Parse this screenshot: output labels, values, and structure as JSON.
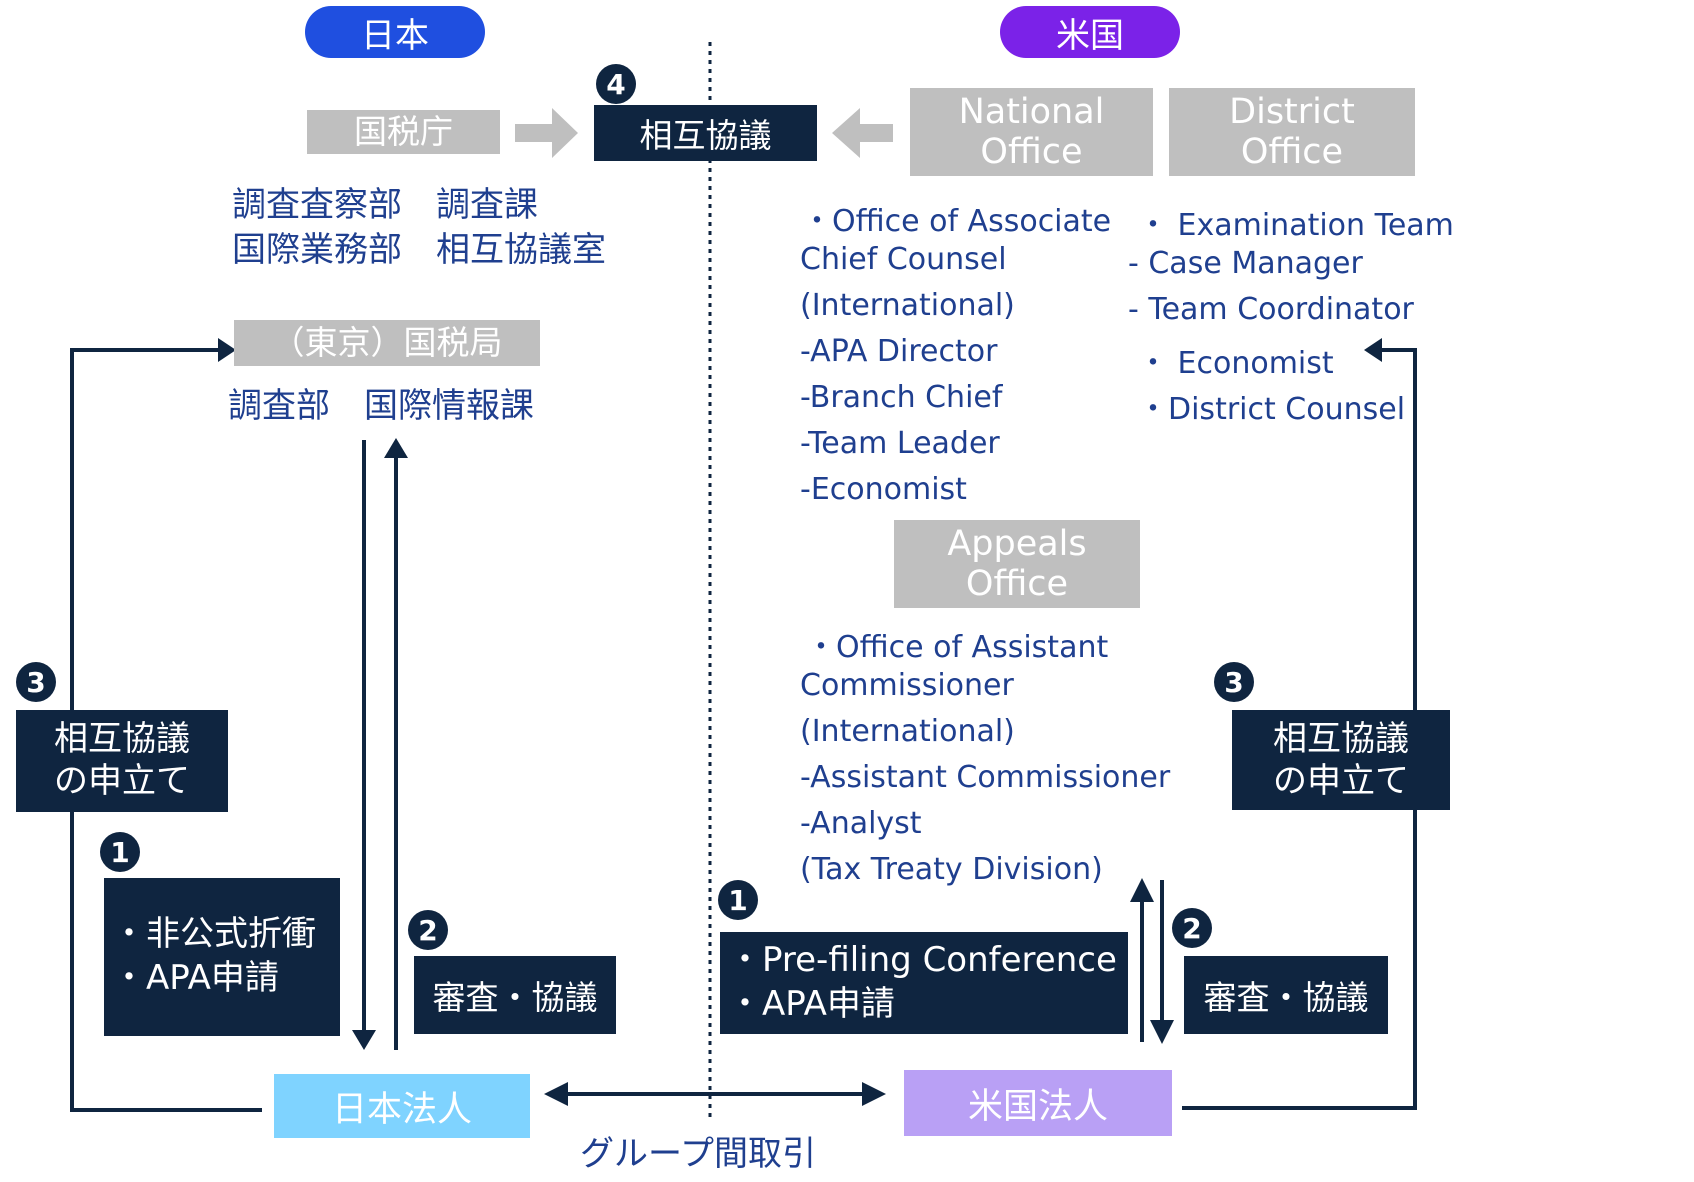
{
  "regions": {
    "japan": "日本",
    "us": "米国"
  },
  "japan": {
    "nta": "国税庁",
    "nta_departments": [
      "調査査察部　調査課",
      "国際業務部　相互協議室"
    ],
    "regional_bureau": "（東京）国税局",
    "regional_departments": "調査部　国際情報課",
    "corporation": "日本法人"
  },
  "map_center": {
    "label": "相互協議",
    "step": "4"
  },
  "us": {
    "national_office": "National Office",
    "district_office": "District Office",
    "national_office_staff": [
      "・Office of Associate",
      "Chief Counsel",
      "(International)",
      "-APA Director",
      "-Branch Chief",
      "-Team Leader",
      "-Economist"
    ],
    "district_office_staff": [
      "・ Examination Team",
      "- Case Manager",
      "- Team Coordinator",
      "・ Economist",
      "・District Counsel"
    ],
    "appeals_office": "Appeals Office",
    "appeals_office_staff": [
      "・Office of Assistant",
      "Commissioner",
      "(International)",
      "-Assistant Commissioner",
      "-Analyst",
      "(Tax Treaty Division)"
    ],
    "corporation": "米国法人"
  },
  "steps": {
    "jp_step1": {
      "num": "1",
      "lines": [
        "・非公式折衝",
        "・APA申請"
      ]
    },
    "jp_step2": {
      "num": "2",
      "label": "審査・協議"
    },
    "jp_step3": {
      "num": "3",
      "lines": [
        "相互協議",
        "の申立て"
      ]
    },
    "us_step1": {
      "num": "1",
      "lines": [
        "・Pre-filing Conference",
        "・APA申請"
      ]
    },
    "us_step2": {
      "num": "2",
      "label": "審査・協議"
    },
    "us_step3": {
      "num": "3",
      "lines": [
        "相互協議",
        "の申立て"
      ]
    }
  },
  "group_transaction": "グループ間取引",
  "colors": {
    "japan_pill": "#1f4fe0",
    "us_pill": "#7b22e8",
    "navy": "#0f2540",
    "grey": "#bfbfbf",
    "jp_corp": "#7fd3ff",
    "us_corp": "#b9a0f5",
    "text_blue": "#1f3f8f"
  }
}
